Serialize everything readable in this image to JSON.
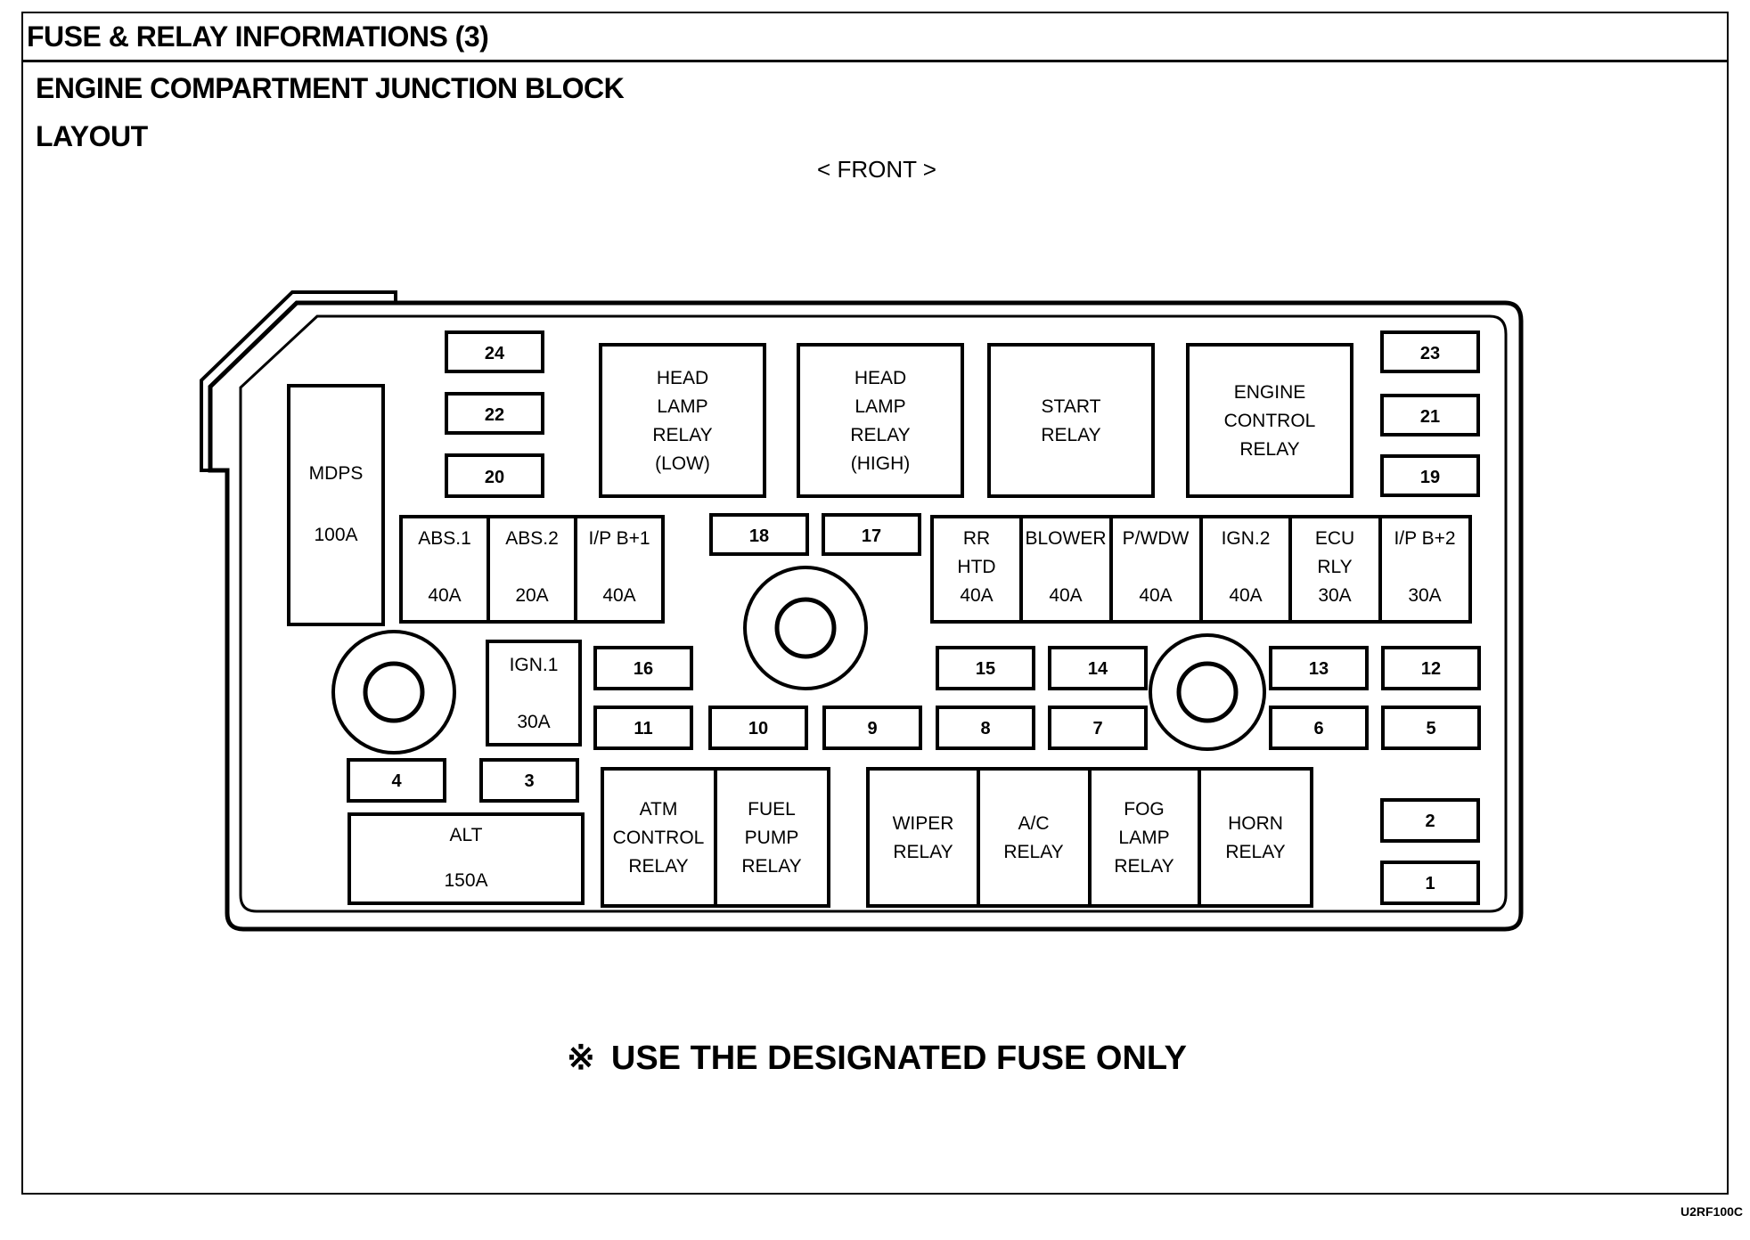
{
  "header": {
    "title": "FUSE & RELAY INFORMATIONS (3)",
    "subtitle": "ENGINE COMPARTMENT JUNCTION BLOCK",
    "section": "LAYOUT",
    "orientation_label": "< FRONT >"
  },
  "diagram": {
    "fuses_small": [
      {
        "id": "f24",
        "label": "24"
      },
      {
        "id": "f22",
        "label": "22"
      },
      {
        "id": "f20",
        "label": "20"
      },
      {
        "id": "f23",
        "label": "23"
      },
      {
        "id": "f21",
        "label": "21"
      },
      {
        "id": "f19",
        "label": "19"
      },
      {
        "id": "f18",
        "label": "18"
      },
      {
        "id": "f17",
        "label": "17"
      },
      {
        "id": "f16",
        "label": "16"
      },
      {
        "id": "f15",
        "label": "15"
      },
      {
        "id": "f14",
        "label": "14"
      },
      {
        "id": "f13",
        "label": "13"
      },
      {
        "id": "f12",
        "label": "12"
      },
      {
        "id": "f11",
        "label": "11"
      },
      {
        "id": "f10",
        "label": "10"
      },
      {
        "id": "f9",
        "label": "9"
      },
      {
        "id": "f8",
        "label": "8"
      },
      {
        "id": "f7",
        "label": "7"
      },
      {
        "id": "f6",
        "label": "6"
      },
      {
        "id": "f5",
        "label": "5"
      },
      {
        "id": "f4",
        "label": "4"
      },
      {
        "id": "f3",
        "label": "3"
      },
      {
        "id": "f2",
        "label": "2"
      },
      {
        "id": "f1",
        "label": "1"
      }
    ],
    "relays": [
      {
        "id": "head-lamp-low",
        "lines": [
          "HEAD",
          "LAMP",
          "RELAY",
          "(LOW)"
        ]
      },
      {
        "id": "head-lamp-high",
        "lines": [
          "HEAD",
          "LAMP",
          "RELAY",
          "(HIGH)"
        ]
      },
      {
        "id": "start",
        "lines": [
          "START",
          "RELAY"
        ]
      },
      {
        "id": "engine-control",
        "lines": [
          "ENGINE",
          "CONTROL",
          "RELAY"
        ]
      },
      {
        "id": "atm-control",
        "lines": [
          "ATM",
          "CONTROL",
          "RELAY"
        ]
      },
      {
        "id": "fuel-pump",
        "lines": [
          "FUEL",
          "PUMP",
          "RELAY"
        ]
      },
      {
        "id": "wiper",
        "lines": [
          "WIPER",
          "RELAY"
        ]
      },
      {
        "id": "ac",
        "lines": [
          "A/C",
          "RELAY"
        ]
      },
      {
        "id": "fog-lamp",
        "lines": [
          "FOG",
          "LAMP",
          "RELAY"
        ]
      },
      {
        "id": "horn",
        "lines": [
          "HORN",
          "RELAY"
        ]
      }
    ],
    "fusible_links": [
      {
        "id": "mdps",
        "name": "MDPS",
        "rating": "100A"
      },
      {
        "id": "abs1",
        "name": "ABS.1",
        "rating": "40A"
      },
      {
        "id": "abs2",
        "name": "ABS.2",
        "rating": "20A"
      },
      {
        "id": "ipb1",
        "name": "I/P B+1",
        "rating": "40A"
      },
      {
        "id": "rr-htd",
        "name_lines": [
          "RR",
          "HTD"
        ],
        "rating": "40A"
      },
      {
        "id": "blower",
        "name": "BLOWER",
        "rating": "40A"
      },
      {
        "id": "pwdw",
        "name": "P/WDW",
        "rating": "40A"
      },
      {
        "id": "ign2",
        "name": "IGN.2",
        "rating": "40A"
      },
      {
        "id": "ecu-rly",
        "name_lines": [
          "ECU",
          "RLY"
        ],
        "rating": "30A"
      },
      {
        "id": "ipb2",
        "name": "I/P B+2",
        "rating": "30A"
      },
      {
        "id": "ign1",
        "name": "IGN.1",
        "rating": "30A"
      },
      {
        "id": "alt",
        "name": "ALT",
        "rating": "150A"
      }
    ]
  },
  "footer": {
    "note_mark": "※",
    "note": "USE THE DESIGNATED FUSE ONLY",
    "image_code": "U2RF100C"
  }
}
